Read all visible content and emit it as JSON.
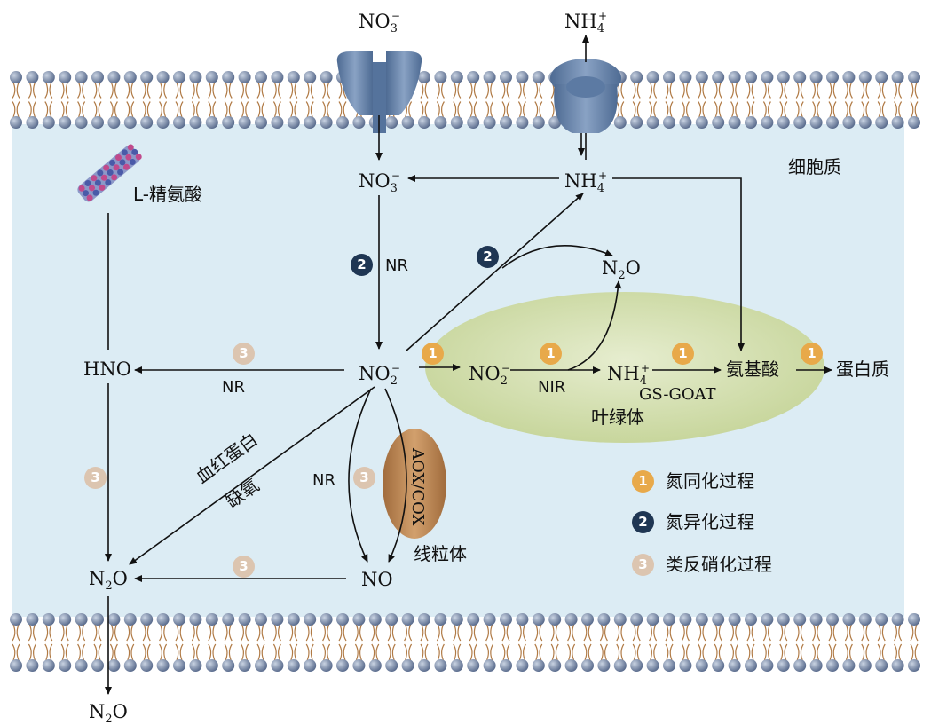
{
  "colors": {
    "cytoplasm": "#dcecf4",
    "membrane_head": "#6d7f99",
    "membrane_tail": "#b07a45",
    "chloroplast": "#cfdca8",
    "mitochondrion": "#b88654",
    "transporter": "#6a86ac",
    "badge_1": "#e8a94a",
    "badge_2": "#1f3653",
    "badge_3": "#dcc5b0"
  },
  "compartments": {
    "cytoplasm": "细胞质",
    "chloroplast": "叶绿体",
    "mitochondrion": "线粒体",
    "mitochondrion_enzymes": "AOX/COX"
  },
  "species": {
    "no3_out": {
      "base": "NO",
      "sub": "3",
      "sup": "−"
    },
    "nh4_out": {
      "base": "NH",
      "sub": "4",
      "sup": "+"
    },
    "no3_in": {
      "base": "NO",
      "sub": "3",
      "sup": "−"
    },
    "nh4_in": {
      "base": "NH",
      "sub": "4",
      "sup": "+"
    },
    "no2_center": {
      "base": "NO",
      "sub": "2",
      "sup": "−"
    },
    "n2o_top": {
      "base": "N",
      "sub": "2",
      "tail": "O"
    },
    "no2_chloro": {
      "base": "NO",
      "sub": "2",
      "sup": "−"
    },
    "nh4_chloro": {
      "base": "NH",
      "sub": "4",
      "sup": "+"
    },
    "hno": "HNO",
    "n2o_left": {
      "base": "N",
      "sub": "2",
      "tail": "O"
    },
    "no": "NO",
    "n2o_bottom": {
      "base": "N",
      "sub": "2",
      "tail": "O"
    },
    "l_arginine": "L-精氨酸",
    "amino_acid": "氨基酸",
    "protein": "蛋白质"
  },
  "enzymes": {
    "nr_top": "NR",
    "nr_left": "NR",
    "nr_mito": "NR",
    "nir": "NIR",
    "gs_goat": "GS-GOAT",
    "hemoglobin_1": "血红蛋白",
    "hemoglobin_2": "缺氧"
  },
  "badges": {
    "b_nr_top": "2",
    "b_nh4_up": "2",
    "b_hno": "3",
    "b_no2_chloro": "1",
    "b_nir": "1",
    "b_gs": "1",
    "b_protein": "1",
    "b_left_vertical": "3",
    "b_mito": "3",
    "b_no_left": "3"
  },
  "legend": [
    {
      "num": "1",
      "label": "氮同化过程",
      "color": "#e8a94a"
    },
    {
      "num": "2",
      "label": "氮异化过程",
      "color": "#1f3653"
    },
    {
      "num": "3",
      "label": "类反硝化过程",
      "color": "#dcc5b0"
    }
  ]
}
